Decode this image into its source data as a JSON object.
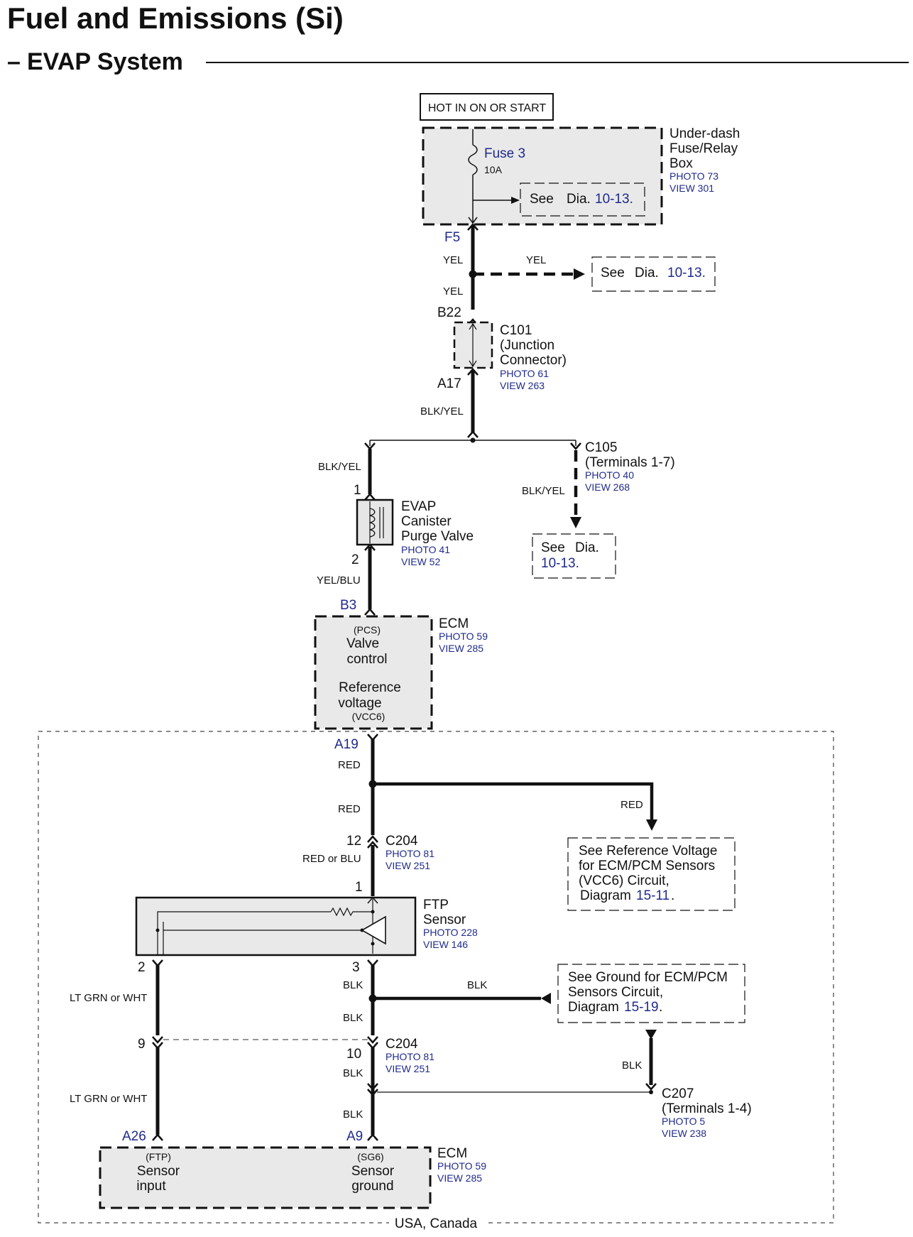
{
  "header": {
    "title": "Fuel and Emissions (Si)",
    "subtitle_dash": "–",
    "subtitle": "EVAP System"
  },
  "power": {
    "hot_label": "HOT IN ON OR START",
    "fuse_name": "Fuse 3",
    "fuse_rating": "10A",
    "box_line1": "Under-dash",
    "box_line2": "Fuse/Relay",
    "box_line3": "Box",
    "box_photo": "PHOTO 73",
    "box_view": "VIEW 301",
    "terminal": "F5"
  },
  "refs": {
    "see": "See",
    "dia": "Dia.",
    "dia_1013": "10-13.",
    "dia_1013_period": "."
  },
  "wires": {
    "yel": "YEL",
    "blk_yel": "BLK/YEL",
    "yel_blu": "YEL/BLU",
    "red": "RED",
    "red_or_blu": "RED or BLU",
    "blk": "BLK",
    "lt_grn_or_wht": "LT GRN or WHT"
  },
  "c101": {
    "top_pin": "B22",
    "bottom_pin": "A17",
    "name": "C101",
    "line2": "(Junction",
    "line3": "Connector)",
    "photo": "PHOTO 61",
    "view": "VIEW 263"
  },
  "c105": {
    "name": "C105",
    "terminals": "(Terminals 1-7)",
    "photo": "PHOTO 40",
    "view": "VIEW 268"
  },
  "purge_valve": {
    "pin_top": "1",
    "pin_bottom": "2",
    "line1": "EVAP",
    "line2": "Canister",
    "line3": "Purge Valve",
    "photo": "PHOTO 41",
    "view": "VIEW 52"
  },
  "ecm_top": {
    "pin_b3": "B3",
    "pin_a19": "A19",
    "name": "ECM",
    "photo": "PHOTO 59",
    "view": "VIEW 285",
    "pcs": "(PCS)",
    "valve": "Valve",
    "control": "control",
    "reference": "Reference",
    "voltage": "voltage",
    "vcc6": "(VCC6)"
  },
  "ref_voltage_note": {
    "line1": "See Reference Voltage",
    "line2": "for ECM/PCM Sensors",
    "line3": "(VCC6) Circuit,",
    "line4": "Diagram",
    "diagram": "15-11"
  },
  "c204_top": {
    "pin_top": "12",
    "pin_bottom": "1",
    "name": "C204",
    "photo": "PHOTO 81",
    "view": "VIEW 251"
  },
  "ftp_sensor": {
    "line1": "FTP",
    "line2": "Sensor",
    "photo": "PHOTO 228",
    "view": "VIEW 146",
    "pin_left": "2",
    "pin_right": "3"
  },
  "ground_note": {
    "line1": "See Ground for ECM/PCM",
    "line2": "Sensors Circuit,",
    "line3": "Diagram",
    "diagram": "15-19"
  },
  "c204_bottom": {
    "pin_left": "9",
    "pin_right": "10",
    "name": "C204",
    "photo": "PHOTO 81",
    "view": "VIEW 251"
  },
  "c207": {
    "name": "C207",
    "terminals": "(Terminals 1-4)",
    "photo": "PHOTO 5",
    "view": "VIEW 238"
  },
  "ecm_bottom": {
    "pin_a26": "A26",
    "pin_a9": "A9",
    "name": "ECM",
    "photo": "PHOTO 59",
    "view": "VIEW 285",
    "ftp": "(FTP)",
    "sensor_input_1": "Sensor",
    "sensor_input_2": "input",
    "sg6": "(SG6)",
    "sensor_ground_1": "Sensor",
    "sensor_ground_2": "ground"
  },
  "footer": {
    "region": "USA, Canada"
  }
}
